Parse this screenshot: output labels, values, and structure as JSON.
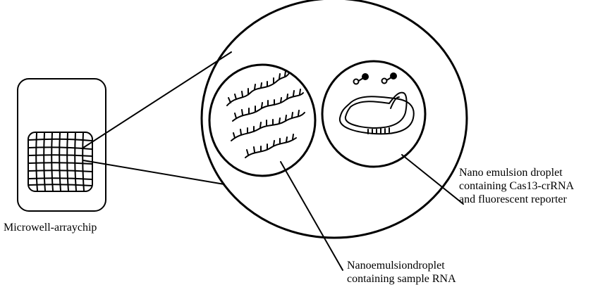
{
  "chip_label": "Microwell-arraychip",
  "sample_droplet": {
    "label_line1": "Nanoemulsiondroplet",
    "label_line2": "containing sample RNA"
  },
  "cas_droplet": {
    "label_line1": "Nano emulsion droplet",
    "label_line2": "containing Cas13-crRNA",
    "label_line3": "and fluorescent reporter"
  },
  "colors": {
    "stroke": "#000000",
    "background": "#ffffff"
  }
}
